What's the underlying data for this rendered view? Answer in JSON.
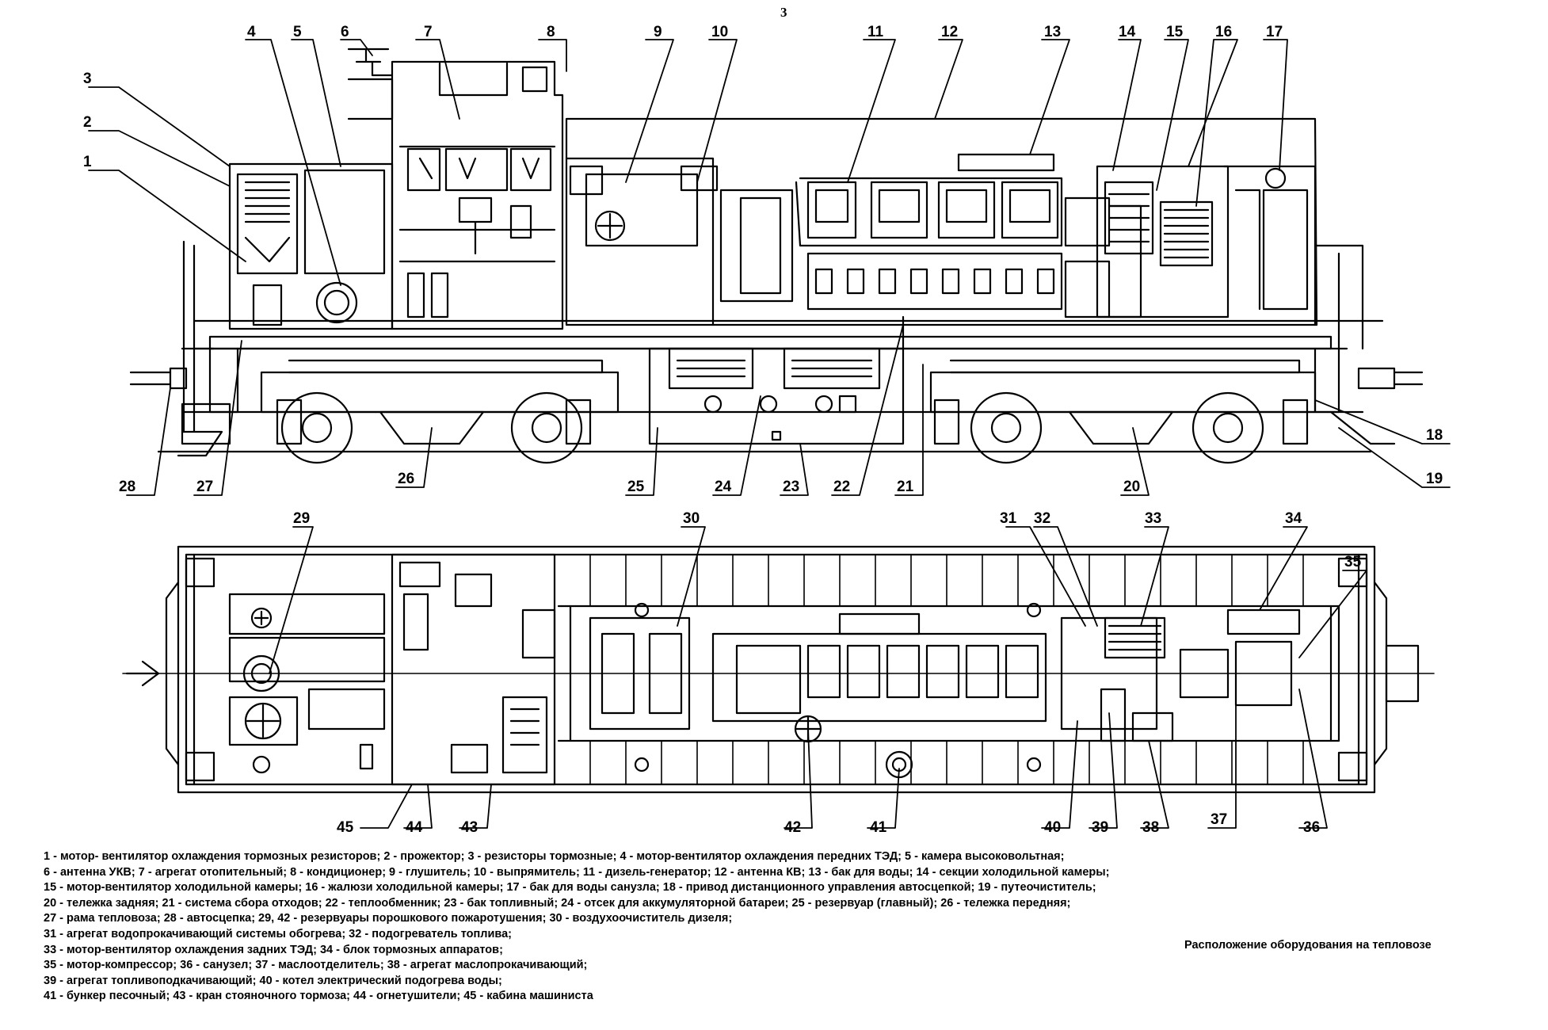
{
  "page_number": "3",
  "title": "Расположение оборудования на тепловозе",
  "side_view_callouts": [
    "1",
    "2",
    "3",
    "4",
    "5",
    "6",
    "7",
    "8",
    "9",
    "10",
    "11",
    "12",
    "13",
    "14",
    "15",
    "16",
    "17",
    "18",
    "19",
    "20",
    "21",
    "22",
    "23",
    "24",
    "25",
    "26",
    "27",
    "28"
  ],
  "plan_view_callouts": [
    "29",
    "30",
    "31",
    "32",
    "33",
    "34",
    "35",
    "36",
    "37",
    "38",
    "39",
    "40",
    "41",
    "42",
    "43",
    "44",
    "45"
  ],
  "legend_lines": [
    "1 - мотор- вентилятор охлаждения тормозных резисторов; 2 - прожектор; 3 - резисторы тормозные; 4 - мотор-вентилятор охлаждения передних ТЭД; 5 - камера высоковольтная;",
    " 6 - антенна УКВ; 7 - агрегат отопительный; 8 -  кондиционер; 9 - глушитель; 10 - выпрямитель; 11 - дизель-генератор; 12 - антенна КВ; 13 - бак для воды; 14 - секции холодильной камеры;",
    "15 - мотор-вентилятор холодильной камеры; 16 - жалюзи холодильной камеры; 17 - бак для воды санузла; 18 - привод дистанционного управления автосцепкой; 19 - путеочиститель;",
    "20 - тележка задняя; 21 - система сбора отходов;  22 -  теплообменник;  23 - бак топливный;  24 - отсек для аккумуляторной батареи; 25 - резервуар (главный); 26 - тележка передняя;",
    " 27 - рама тепловоза; 28 - автосцепка; 29, 42 - резервуары порошкового пожаротушения; 30 - воздухоочиститель дизеля;",
    "31 - агрегат водопрокачивающий системы обогрева; 32 - подогреватель топлива;",
    "33 - мотор-вентилятор охлаждения задних ТЭД; 34 - блок тормозных аппаратов;",
    "35 - мотор-компрессор; 36 - санузел; 37 - маслоотделитель; 38 - агрегат маслопрокачивающий;",
    "39 - агрегат топливоподкачивающий; 40 - котел электрический подогрева воды;",
    "41 - бункер песочный; 43 - кран стояночного тормоза; 44 - огнетушители; 45 - кабина машиниста"
  ],
  "colors": {
    "ink": "#000000",
    "paper": "#ffffff"
  }
}
